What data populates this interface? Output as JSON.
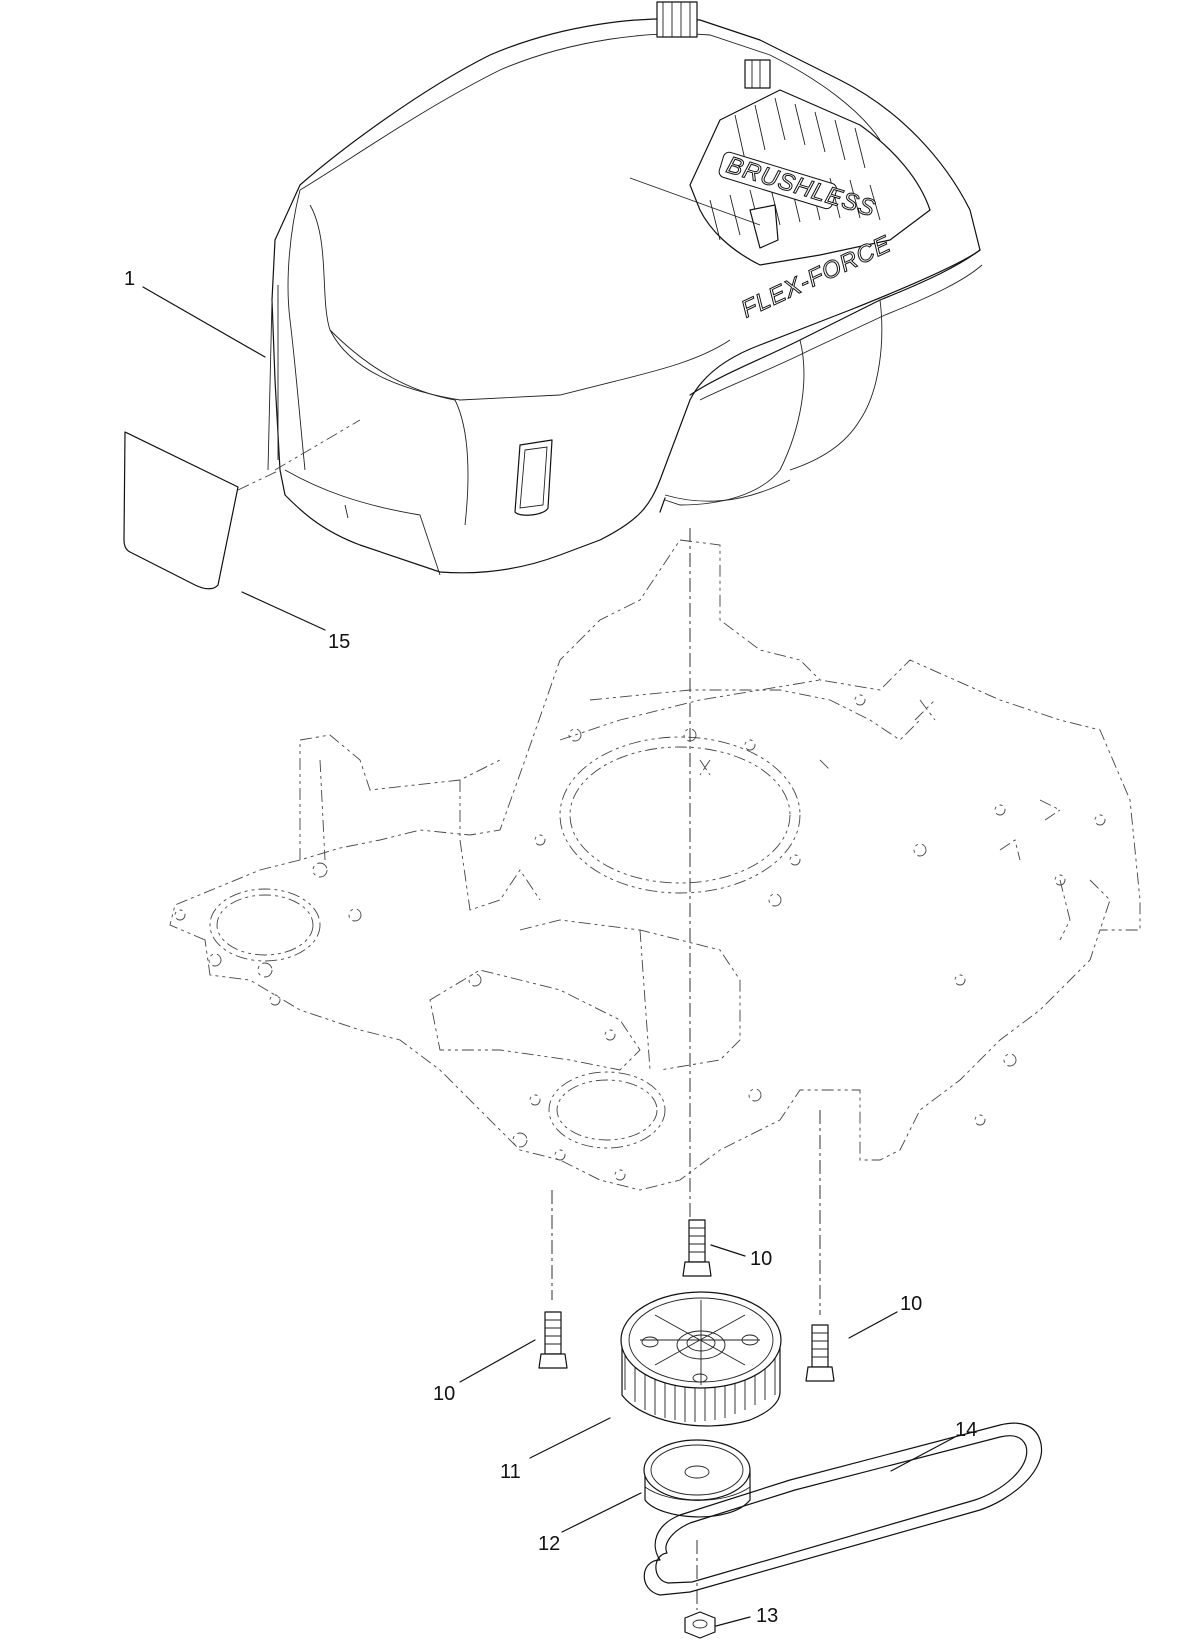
{
  "callouts": [
    {
      "id": "c1",
      "text": "1"
    },
    {
      "id": "c15",
      "text": "15"
    },
    {
      "id": "c10a",
      "text": "10"
    },
    {
      "id": "c10b",
      "text": "10"
    },
    {
      "id": "c10c",
      "text": "10"
    },
    {
      "id": "c11",
      "text": "11"
    },
    {
      "id": "c12",
      "text": "12"
    },
    {
      "id": "c13",
      "text": "13"
    },
    {
      "id": "c14",
      "text": "14"
    }
  ],
  "branding": {
    "flex_force": "FLEX-FORCE",
    "brushless": "BRUSHLESS"
  }
}
